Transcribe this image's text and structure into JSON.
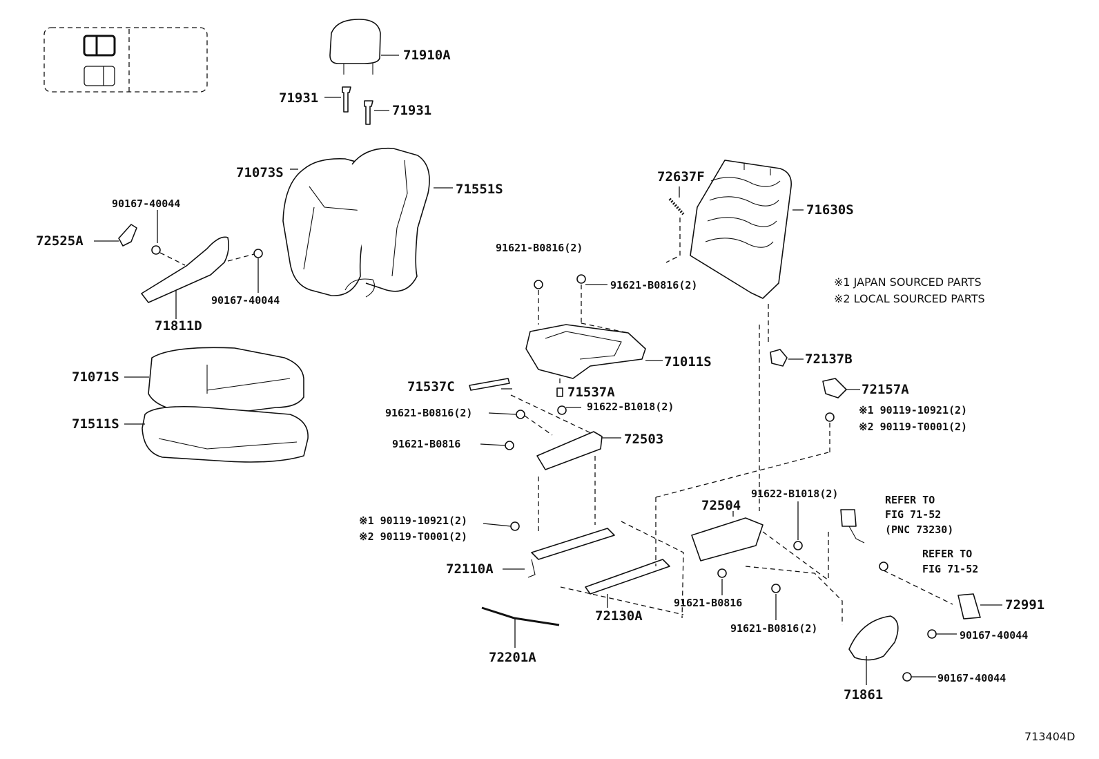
{
  "diagram": {
    "figure_code": "713404D",
    "notes": {
      "note1": "※1 JAPAN SOURCED PARTS",
      "note2": "※2 LOCAL SOURCED PARTS"
    },
    "parts": {
      "p71910A": "71910A",
      "p71931_left": "71931",
      "p71931_right": "71931",
      "p71073S": "71073S",
      "p71551S": "71551S",
      "p90167_top": "90167-40044",
      "p72525A": "72525A",
      "p90167_mid": "90167-40044",
      "p71811D": "71811D",
      "p71071S": "71071S",
      "p71511S": "71511S",
      "p72637F": "72637F",
      "p71630S": "71630S",
      "p91621_b_top1": "91621-B0816(2)",
      "p91621_b_top2": "91621-B0816(2)",
      "p71011S": "71011S",
      "p71537C": "71537C",
      "p71537A": "71537A",
      "p91622_b1": "91622-B1018(2)",
      "p91621_b_l1": "91621-B0816(2)",
      "p91621_b_l2": "91621-B0816",
      "p72503": "72503",
      "p72137B": "72137B",
      "p72157A": "72157A",
      "p90119_a1": "※1 90119-10921(2)",
      "p90119_a2": "※2 90119-T0001(2)",
      "p72504": "72504",
      "p91622_b2": "91622-B1018(2)",
      "p90119_b1": "※1 90119-10921(2)",
      "p90119_b2": "※2 90119-T0001(2)",
      "p72110A": "72110A",
      "p72130A": "72130A",
      "p72201A": "72201A",
      "p91621_b_bot1": "91621-B0816",
      "p91621_b_bot2": "91621-B0816(2)",
      "refer1_a": "REFER TO",
      "refer1_b": "FIG 71-52",
      "refer1_c": "(PNC 73230)",
      "refer2_a": "REFER TO",
      "refer2_b": "FIG 71-52",
      "p72991": "72991",
      "p90167_br1": "90167-40044",
      "p90167_br2": "90167-40044",
      "p71861": "71861"
    }
  }
}
